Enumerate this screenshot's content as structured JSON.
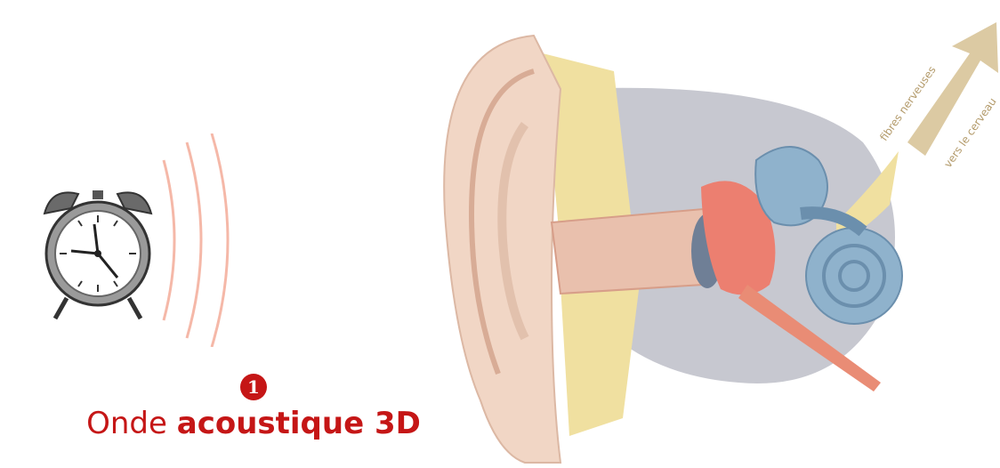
{
  "caption": {
    "step_number": "1",
    "title_light": "Onde",
    "title_bold": "acoustique 3D"
  },
  "labels": {
    "nerve_fibers": "fibres nerveuses",
    "to_brain": "vers le cerveau"
  },
  "colors": {
    "accent_red": "#c51616",
    "wave_pink": "#f5b8a8",
    "skin": "#f1d6c5",
    "bone": "#f0e0a0",
    "inner_ear_blue": "#8fb2cc",
    "middle_ear_red": "#ec7f70",
    "background_gray": "#c7c8d0",
    "arrow_tan": "#dccaa3"
  },
  "icons": {
    "clock": "alarm-clock-icon",
    "arrow": "up-right-arrow-icon"
  }
}
